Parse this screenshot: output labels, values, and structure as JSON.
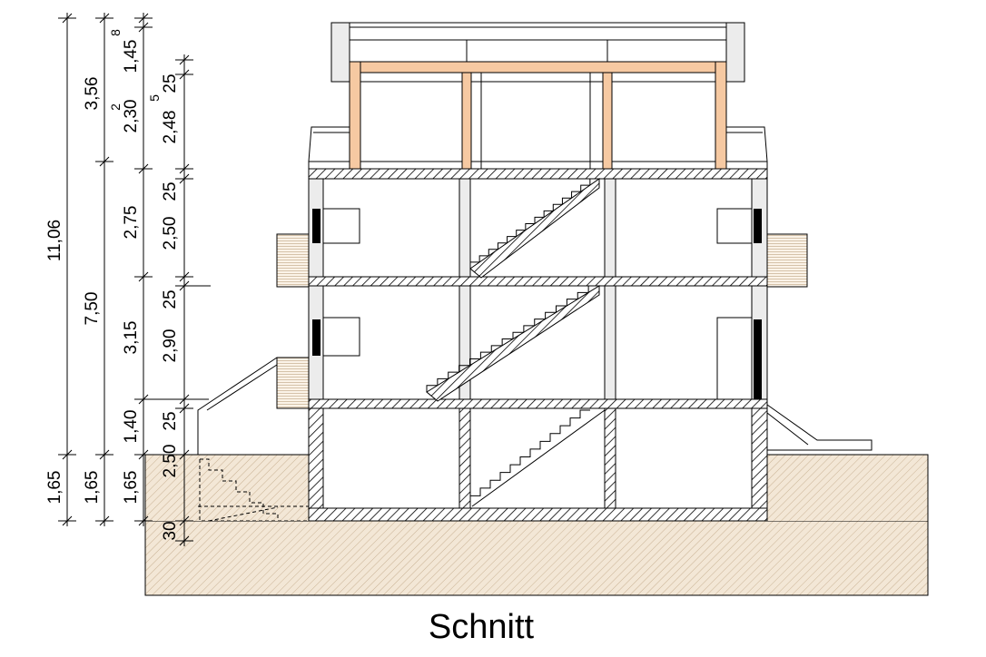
{
  "title": "Schnitt",
  "colors": {
    "ground_fill": "#f3e7d6",
    "ground_hatch": "#c9b294",
    "roof_frame": "#f6c9a2",
    "wall_fill": "#ececec",
    "line": "#000000"
  },
  "dimensions": {
    "col1": {
      "total": "11,06",
      "lower": "1,65"
    },
    "col2": {
      "upper": "3,56",
      "middle": "7,50",
      "lower": "1,65"
    },
    "col3": {
      "a": "1,45",
      "a_small": "8",
      "b": "2,30",
      "b_small": "2",
      "c": "2,75",
      "d": "3,15",
      "e": "1,40",
      "f": "1,65"
    },
    "col4": {
      "a": "25",
      "a_small": "5",
      "b": "2,48",
      "c": "25",
      "d": "2,50",
      "e": "25",
      "f": "2,90",
      "g": "25",
      "h": "2,50",
      "i": "30"
    }
  }
}
